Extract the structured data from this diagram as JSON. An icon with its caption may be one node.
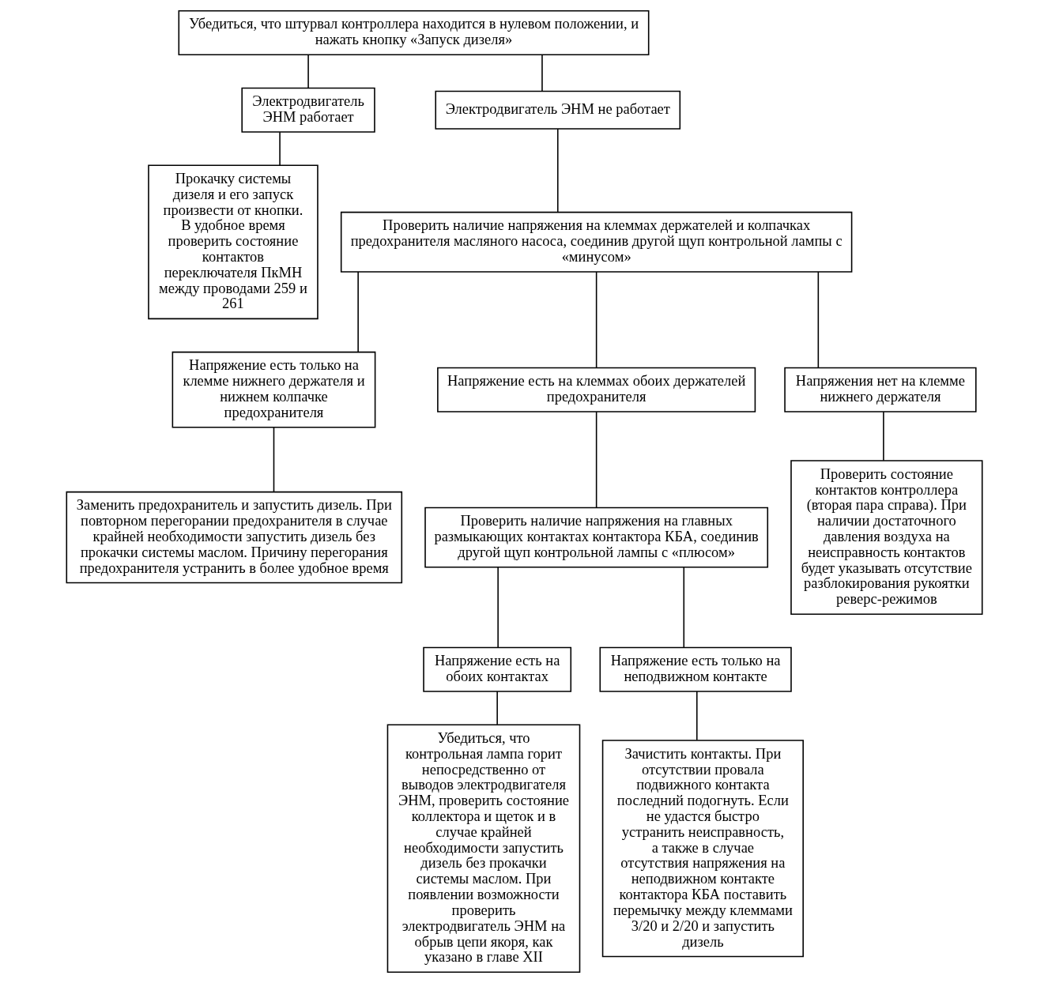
{
  "diagram": {
    "nodes": [
      {
        "text": [
          "Убедиться, что штурвал контроллера находится в нулевом положении, и нажать кнопку «Запуск дизеля»"
        ]
      },
      {
        "text": [
          "Электродвигатель ЭНМ работает"
        ]
      },
      {
        "text": [
          "Электродвигатель ЭНМ не работает"
        ]
      },
      {
        "text": [
          "Прокачку системы дизеля и его запуск произвести от кнопки. В удобное время проверить состояние контактов переключателя ПкМН между проводами 259 и 261"
        ]
      },
      {
        "text": [
          "Проверить наличие напряжения на клеммах держателей и колпачках предохранителя масляного насоса, соединив другой щуп контрольной лампы с «минусом»"
        ]
      },
      {
        "text": [
          "Напряжение есть только на клемме нижнего держателя и нижнем колпачке предохранителя"
        ]
      },
      {
        "text": [
          "Напряжение есть на клеммах обоих держателей предохранителя"
        ]
      },
      {
        "text": [
          "Напряжения нет на клемме нижнего держателя"
        ]
      },
      {
        "text": [
          "Заменить предохранитель и запустить дизель. При повторном перегорании предохранителя в случае крайней необходимости запустить дизель без прокачки системы маслом. Причину перегорания предохранителя устранить в более удобное время"
        ]
      },
      {
        "text": [
          "Проверить наличие напряжения на главных размыкающих контактах контактора КБА, соединив другой щуп контрольной лампы с «плюсом»"
        ]
      },
      {
        "text": [
          "Проверить состояние контактов контроллера (вторая пара справа). При наличии достаточного давления воздуха на неисправность контактов будет указывать отсутствие разблокирования рукоятки реверс-режимов"
        ]
      },
      {
        "text": [
          "Напряжение есть на обоих контактах"
        ]
      },
      {
        "text": [
          "Напряжение есть только на неподвижном контакте"
        ]
      },
      {
        "text": [
          "Убедиться, что контрольная лампа горит непосредственно от выводов электродвигателя ЭНМ, проверить состояние коллектора и щеток и в случае крайней необходимости запустить дизель без прокачки системы маслом. При появлении возможности проверить электродвигатель ЭНМ на обрыв цепи якоря, как указано в главе XII"
        ]
      },
      {
        "text": [
          "Зачистить контакты. При отсутствии провала подвижного контакта последний подогнуть. Если не удастся быстро устранить неисправность, а также в случае отсутствия напряжения на неподвижном контакте контактора КБА поставить перемычку между клеммами 3/20 и 2/20 и запустить дизель"
        ]
      }
    ],
    "edges": [
      {
        "from": 0,
        "to": 1,
        "arrow": "none"
      },
      {
        "from": 0,
        "to": 2,
        "arrow": "none"
      },
      {
        "from": 1,
        "to": 3,
        "arrow": "none"
      },
      {
        "from": 2,
        "to": 4,
        "arrow": "none"
      },
      {
        "from": 4,
        "to": 5,
        "arrow": "none"
      },
      {
        "from": 4,
        "to": 6,
        "arrow": "none"
      },
      {
        "from": 4,
        "to": 7,
        "arrow": "none"
      },
      {
        "from": 5,
        "to": 8,
        "arrow": "none"
      },
      {
        "from": 6,
        "to": 9,
        "arrow": "none"
      },
      {
        "from": 7,
        "to": 10,
        "arrow": "none"
      },
      {
        "from": 9,
        "to": 11,
        "arrow": "none"
      },
      {
        "from": 9,
        "to": 12,
        "arrow": "none"
      },
      {
        "from": 11,
        "to": 13,
        "arrow": "none"
      },
      {
        "from": 12,
        "to": 14,
        "arrow": "none"
      }
    ]
  }
}
